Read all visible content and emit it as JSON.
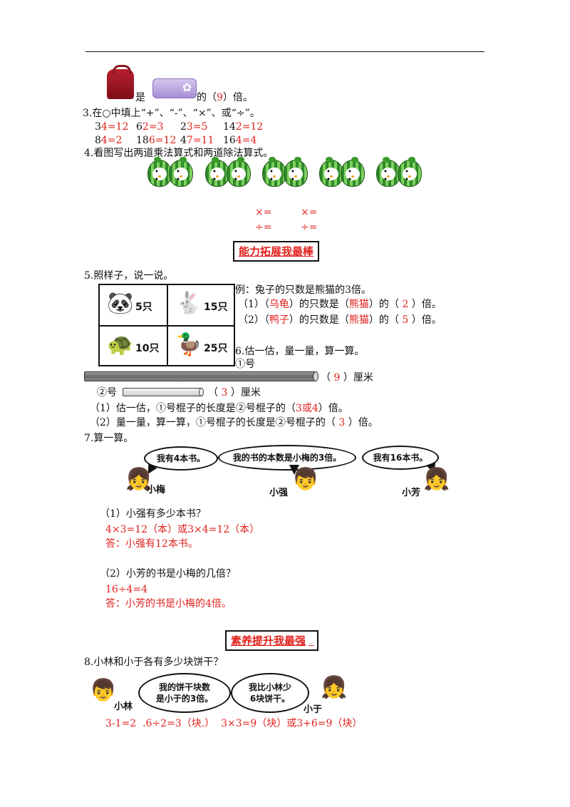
{
  "q2": {
    "word_is": "是",
    "text_pre": "的（",
    "answer": "9",
    "text_post": "）倍。"
  },
  "q3": {
    "title": "3.在○中填上“+”、“-”、“×”、或“÷”。",
    "row1": [
      {
        "black": "3",
        "red": "4=12"
      },
      {
        "black": "6",
        "red": "2=3"
      },
      {
        "black": "2",
        "red": "3=5"
      },
      {
        "black": "14",
        "red": "2=12"
      }
    ],
    "row2": [
      {
        "black": "8",
        "red": "4=2"
      },
      {
        "black": "18",
        "red": "6=12"
      },
      {
        "black": "4",
        "red": "7=11"
      },
      {
        "black": "16",
        "red": "4=4"
      }
    ]
  },
  "q4": {
    "title": "4.看图写出两道乘法算式和两道除法算式。",
    "mul": "×=",
    "div": "÷="
  },
  "banner1": "能力拓展我最棒",
  "q5": {
    "title": "5.照样子，说一说。",
    "cells": [
      {
        "animal": "🐼",
        "count": "5只"
      },
      {
        "animal": "🐇",
        "count": "15只"
      },
      {
        "animal": "🐢",
        "count": "10只"
      },
      {
        "animal": "🦆",
        "count": "25只"
      }
    ],
    "example": "例：兔子的只数是熊猫的3倍。",
    "line1": {
      "pre": "（1）（",
      "a": "乌龟",
      "mid1": "）的只数是（",
      "b": "熊猫",
      "mid2": "）的（",
      "c": "2",
      "post": "）倍。"
    },
    "line2": {
      "pre": "（2）（",
      "a": "鸭子",
      "mid1": "）的只数是（",
      "b": "熊猫",
      "mid2": "）的（",
      "c": "5",
      "post": "）倍。"
    }
  },
  "q6": {
    "title": "6.估一估，量一量，算一算。",
    "stick1_label": "①号",
    "stick1_pre": "（",
    "stick1_answer": "9",
    "stick1_post": "）厘米",
    "stick2_label": "②号",
    "stick2_pre": "（",
    "stick2_answer": "3",
    "stick2_post": "）厘米",
    "est_pre": "（1）估一估，①号棍子的长度是②号棍子的（",
    "est_answer": "3或4",
    "est_post": "）倍。",
    "calc_pre": "（2）量一量，算一算，①号棍子的长度是②号棍子的（",
    "calc_answer": "3",
    "calc_post": "）倍。"
  },
  "q7": {
    "title": "7.算一算。",
    "bubble1": "我有4本书。",
    "bubble2": "我的书的本数是小梅的3倍。",
    "bubble3": "我有16本书。",
    "name1": "小梅",
    "name2": "小强",
    "name3": "小芳",
    "sub1": "（1）小强有多少本书？",
    "ans1_line1": "4×3=12（本）或3×4=12（本）",
    "ans1_line2": "答：小强有12本书。",
    "sub2": "（2）小芳的书是小梅的几倍？",
    "ans2_line1": "16÷4=4",
    "ans2_line2": "答：小芳的书是小梅的4倍。"
  },
  "banner2": "素养提升我最强",
  "q8": {
    "title": "8.小林和小于各有多少块饼干？",
    "name1": "小林",
    "name2": "小于",
    "bubble1_line1": "我的饼干块数",
    "bubble1_line2": "是小于的3倍。",
    "bubble2_line1": "我比小林少",
    "bubble2_line2": "6块饼干。",
    "answer": "3-1=2  .6÷2=3（块.）  3×3=9（块）或3+6=9（块）"
  }
}
